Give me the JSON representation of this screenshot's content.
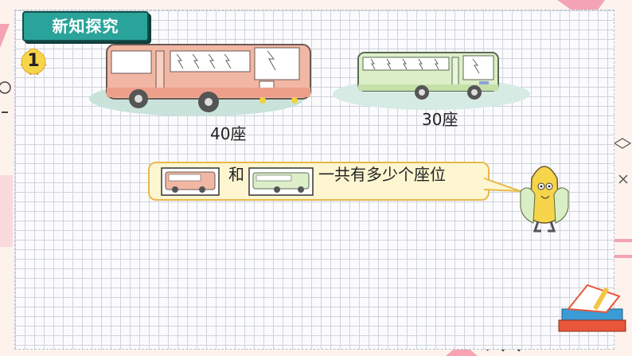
{
  "header": {
    "title": "新知探究"
  },
  "badge": {
    "number": "1"
  },
  "buses": [
    {
      "caption": "40座",
      "color": "#f2b7a4"
    },
    {
      "caption": "30座",
      "color": "#dcefc8"
    }
  ],
  "question": {
    "connector": "和",
    "text": "一共有多少个座位"
  },
  "colors": {
    "title_bg": "#2aa39a",
    "bubble_bg": "#fdf6d1",
    "bubble_border": "#e8b94a",
    "badge_yellow": "#f7d54a"
  }
}
